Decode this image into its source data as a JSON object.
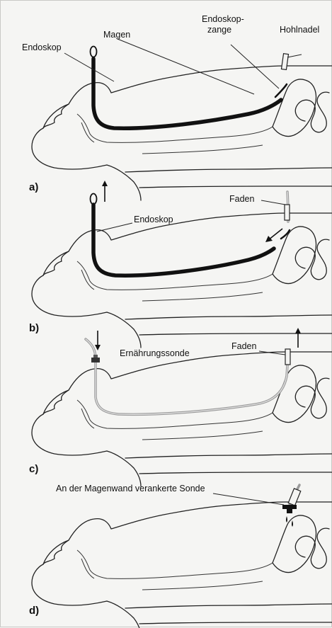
{
  "panels": [
    {
      "id": "a",
      "label": "a)",
      "annotations": {
        "endoskop": "Endoskop",
        "magen": "Magen",
        "zange_line1": "Endoskop-",
        "zange_line2": "zange",
        "hohlnadel": "Hohlnadel"
      }
    },
    {
      "id": "b",
      "label": "b)",
      "annotations": {
        "endoskop": "Endoskop",
        "faden": "Faden"
      }
    },
    {
      "id": "c",
      "label": "c)",
      "annotations": {
        "ernaehrungssonde": "Ernährungssonde",
        "faden": "Faden"
      }
    },
    {
      "id": "d",
      "label": "d)",
      "annotations": {
        "sonde": "An der Magenwand verankerte Sonde"
      }
    }
  ],
  "colors": {
    "ink": "#111111",
    "tube": "#9a9a9a",
    "paper": "#f5f5f3"
  }
}
